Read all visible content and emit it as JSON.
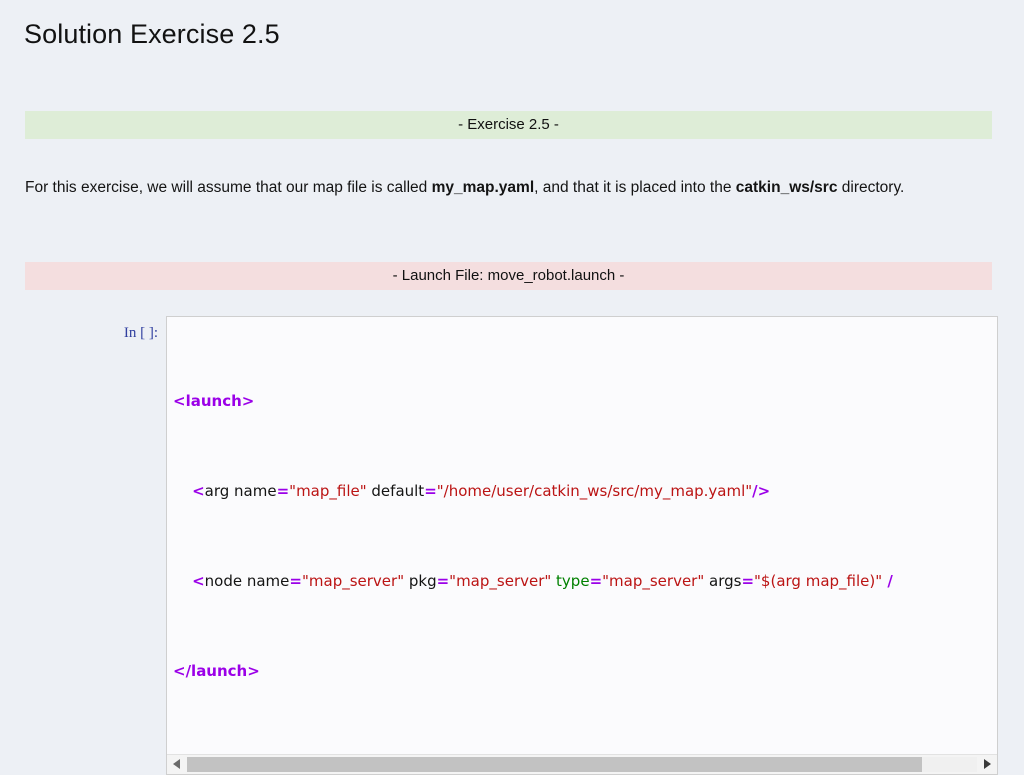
{
  "page": {
    "title": "Solution Exercise 2.5",
    "background_color": "#edf0f5"
  },
  "banners": {
    "exercise": {
      "text": "- Exercise 2.5 -",
      "background_color": "#deedd7"
    },
    "launch_file": {
      "text": "- Launch File: move_robot.launch -",
      "background_color": "#f4dedf"
    }
  },
  "paragraph": {
    "part1": "For this exercise, we will assume that our map file is called ",
    "bold1": "my_map.yaml",
    "part2": ", and that it is placed into the ",
    "bold2": "catkin_ws/src",
    "part3": " directory."
  },
  "code_cell": {
    "prompt": "In [ ]:",
    "lines": {
      "l1_open_tag": "<launch>",
      "l2_lt": "<",
      "l2_tagname": "arg name",
      "l2_eq1": "=",
      "l2_str1": "\"map_file\"",
      "l2_attr2": " default",
      "l2_eq2": "=",
      "l2_str2": "\"/home/user/catkin_ws/src/my_map.yaml\"",
      "l2_close": "/>",
      "l3_lt": "<",
      "l3_tagname": "node name",
      "l3_eq1": "=",
      "l3_str1": "\"map_server\"",
      "l3_attr2": " pkg",
      "l3_eq2": "=",
      "l3_str2": "\"map_server\"",
      "l3_attr3": " type",
      "l3_eq3": "=",
      "l3_str3": "\"map_server\"",
      "l3_attr4": " args",
      "l3_eq4": "=",
      "l3_str4": "\"$(arg map_file)\"",
      "l3_trail": " /",
      "l4_close_tag": "</launch>"
    },
    "colors": {
      "tag": "#9b00e8",
      "string": "#bb1414",
      "attribute_green": "#008000",
      "text": "#141414",
      "prompt": "#303f9f",
      "cell_background": "#fbfbfd",
      "cell_border": "#cfcfcf"
    },
    "scrollbar": {
      "left_arrow_icon": "triangle-left-icon",
      "right_arrow_icon": "triangle-right-icon",
      "thumb_fraction_percent": 93
    }
  }
}
